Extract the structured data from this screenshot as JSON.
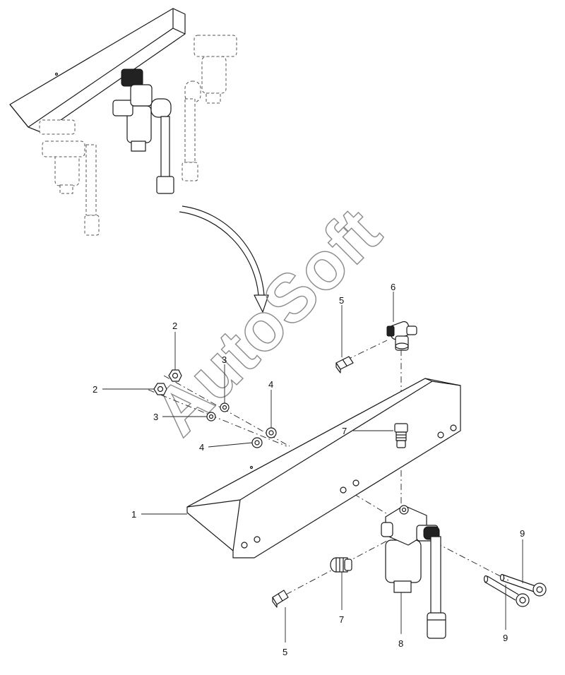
{
  "watermark": "AutoSoft",
  "callouts": {
    "c1": "1",
    "c2a": "2",
    "c2b": "2",
    "c3a": "3",
    "c3b": "3",
    "c4a": "4",
    "c4b": "4",
    "c5a": "5",
    "c5b": "5",
    "c6": "6",
    "c7a": "7",
    "c7b": "7",
    "c8": "8",
    "c9a": "9",
    "c9b": "9"
  }
}
